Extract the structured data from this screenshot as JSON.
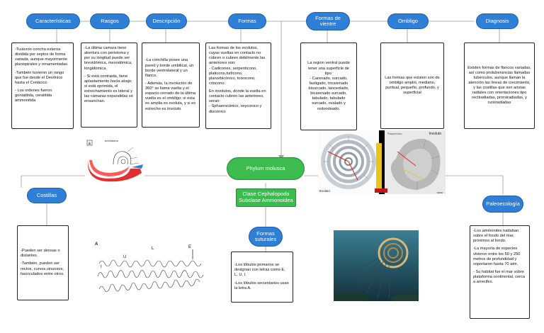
{
  "nodes": {
    "caracteristicas": "Características",
    "rasgos": "Rasgos",
    "descripcion": "Descripción",
    "formas": "Formas",
    "formas_vientre": "Formas de vientre",
    "ombligo": "Ombligo",
    "diagnosis": "Diagnosis",
    "phylum": "Phylum molusca",
    "clase": "Clase  Cephalopoda\nSubclase Ammonoidea",
    "costillas": "Costillas",
    "formas_suturales": "Formas suturales",
    "paleoecologia": "Paleoecología"
  },
  "notes": {
    "caracteristicas": [
      "-Tuvieron concha externa dividida por septos de forma variada, aunque mayormente planispirales y ornamentadas.",
      "-También tuvieron un rango que fue desde el Devónico hasta el Cretácico",
      "- Los ordenes fueron goniatitida, ceratitida ammonitida"
    ],
    "rasgos": [
      "-La última camara tiene abertura con peristoma y por su longitud puede ser brevidómica, mesodómica, longidómica.",
      "- Si está contraida, tiene aplastamiento hacia abajo; si está oprimida, el estrechamiento es lateral y las cámaras expandidas se ensanchan."
    ],
    "descripcion": [
      "-La conchilla posee una pared y borde umbilical, un borde ventrolateral y un flanco.",
      "- Además, la involución de 360° se llama vuelta y el espacio cerrado de la última vuelta es el ombligo; si esta es amplia es evoluta, y si es estrecho es involuto"
    ],
    "formas": [
      "Las formas de los evolutos, cuyas vueltas en contacto no cobren o cubren debilmente las anteriores son:\n- Cadicones, serpenticono, platicono,turlicono, planorbicónico, toixocono, criocono.",
      "En involutos, donde la vuelta en contacto cubren las anteriores, seran:\n- Sphaerocónico, oxyconico y discónico"
    ],
    "formas_vientre": [
      "La region ventral puede tener una superficie de tipo:\n- Carenado, surcado, fastigado, tricarenado bisurcado, lanceolado, bicarenado surcado, tabulado, tabulado surcado, ovalado y redondeado."
    ],
    "ombligo": [
      "Las formas que existen son de ombligo amplio, mediano, puntual, pequeño, profundo, y superficial"
    ],
    "diagnosis": [
      "Existen formas de flancos variadas, así como protuberancias llamadas tubérculos, aunque llaman la atención las líneas de crecimiento, y las costillas que son aristas radiales con orientaciones tipo rectiradiadas, prorsiradiadas, y rursiradiadas"
    ],
    "costillas": [
      "-Pueden ser densas o distantes.",
      "-También, pueden ser rectos, curvos,sinuosos, fasciculados entre otros."
    ],
    "formas_suturales": [
      "-Los lóbulos primarios se designan con letras como E, L, U, I.",
      "-Los lóbulos secundarios usan la letra A."
    ],
    "paleoecologia": [
      "-Los ammonites nadaban sobre el fondo del mar, próximos al fondo.",
      "-La mayoría de especies vivieron entre los 50 y 250 metros de profundidad y soportaron hasta 70 atm.",
      "- Su habitat fue el mar sobre plataforma continental, cerca a arrecifes."
    ]
  },
  "figures": {
    "shell_diagram_label_a": "a",
    "shell_diagram_label_top": "brevidoma",
    "shell_photo_caption_left": "Evoluto",
    "shell_photo_caption_right": "Involuto",
    "shell_photo_caption_small": "Platysphinctes",
    "suture_letters": [
      "A",
      "L",
      "U",
      "I",
      "E"
    ]
  },
  "colors": {
    "pill_blue": "#2f7fd6",
    "pill_green": "#3cbb4f",
    "line": "#9a9a9a"
  }
}
